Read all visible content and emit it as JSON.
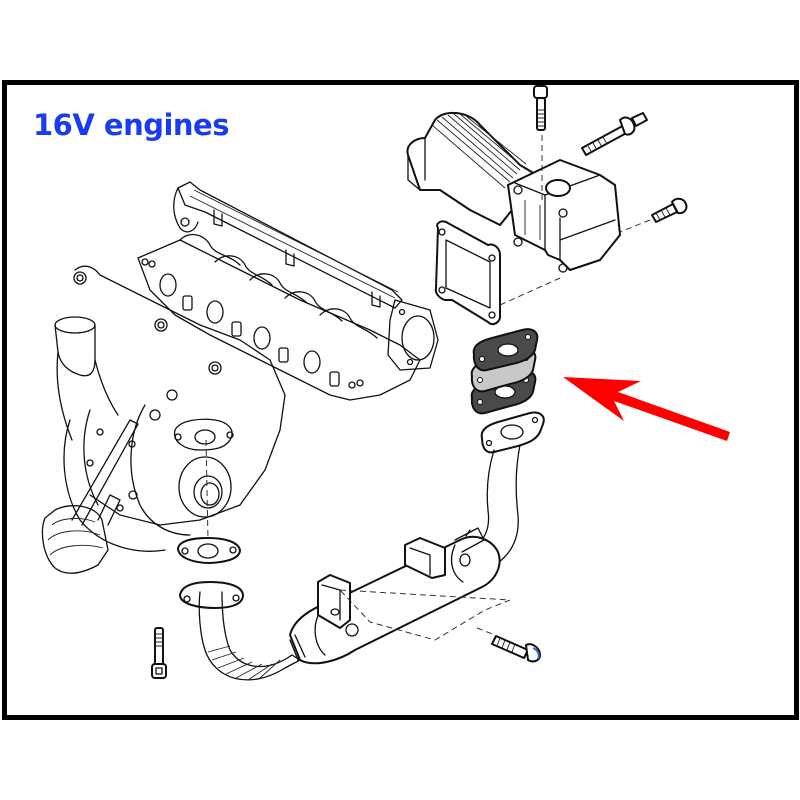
{
  "title": {
    "text": "16V engines",
    "color": "#1a3cf0"
  },
  "diagram": {
    "subject": "EGR system exploded parts diagram",
    "components": [
      {
        "name": "egr-valve",
        "icon": "egr-valve-icon"
      },
      {
        "name": "egr-valve-bolt-top",
        "icon": "bolt-icon"
      },
      {
        "name": "egr-valve-stud",
        "icon": "stud-icon"
      },
      {
        "name": "egr-valve-bolt-side",
        "icon": "bolt-icon"
      },
      {
        "name": "egr-valve-gasket",
        "icon": "gasket-icon"
      },
      {
        "name": "intake-manifold",
        "icon": "manifold-icon"
      },
      {
        "name": "turbocharger",
        "icon": "turbo-icon"
      },
      {
        "name": "turbo-gasket",
        "icon": "gasket-icon"
      },
      {
        "name": "blanking-plate-stack",
        "icon": "gasket-stack-icon"
      },
      {
        "name": "egr-pipe",
        "icon": "pipe-icon"
      },
      {
        "name": "egr-cooler",
        "icon": "cooler-icon"
      },
      {
        "name": "cooler-bolt",
        "icon": "bolt-icon"
      },
      {
        "name": "flex-pipe",
        "icon": "flex-pipe-icon"
      },
      {
        "name": "lower-bolt",
        "icon": "bolt-icon"
      }
    ],
    "highlight": {
      "arrow_color": "#ff0000",
      "target": "blanking-plate-stack"
    },
    "colors": {
      "frame_border": "#000000",
      "gasket_dark": "#4a4a4a",
      "gasket_light": "#c8c8c8",
      "line_art": "#111111"
    }
  }
}
